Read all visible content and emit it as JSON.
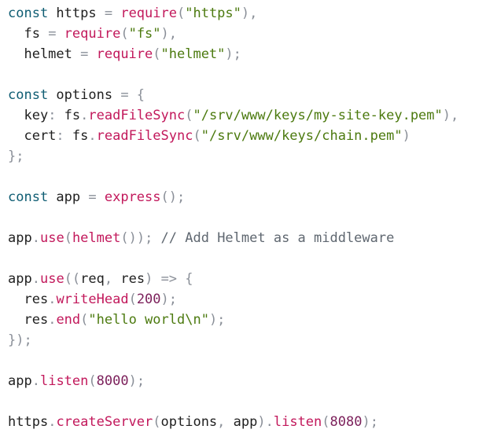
{
  "palette": {
    "keyword": "#0f5d73",
    "identifier": "#1f1f1f",
    "punctuation": "#8a8f98",
    "function": "#c2185b",
    "string": "#4c7a0f",
    "number": "#7b1f5a",
    "comment": "#5f6770",
    "background": "#ffffff"
  },
  "lines": [
    [
      [
        "kw",
        "const"
      ],
      [
        "id",
        " https "
      ],
      [
        "op",
        "= "
      ],
      [
        "fn",
        "require"
      ],
      [
        "op",
        "("
      ],
      [
        "str",
        "\"https\""
      ],
      [
        "op",
        "),"
      ]
    ],
    [
      [
        "id",
        "  fs "
      ],
      [
        "op",
        "= "
      ],
      [
        "fn",
        "require"
      ],
      [
        "op",
        "("
      ],
      [
        "str",
        "\"fs\""
      ],
      [
        "op",
        "),"
      ]
    ],
    [
      [
        "id",
        "  helmet "
      ],
      [
        "op",
        "= "
      ],
      [
        "fn",
        "require"
      ],
      [
        "op",
        "("
      ],
      [
        "str",
        "\"helmet\""
      ],
      [
        "op",
        ");"
      ]
    ],
    [],
    [
      [
        "kw",
        "const"
      ],
      [
        "id",
        " options "
      ],
      [
        "op",
        "= {"
      ]
    ],
    [
      [
        "prop",
        "  key"
      ],
      [
        "op",
        ": "
      ],
      [
        "id",
        "fs"
      ],
      [
        "op",
        "."
      ],
      [
        "fn",
        "readFileSync"
      ],
      [
        "op",
        "("
      ],
      [
        "str",
        "\"/srv/www/keys/my-site-key.pem\""
      ],
      [
        "op",
        "),"
      ]
    ],
    [
      [
        "prop",
        "  cert"
      ],
      [
        "op",
        ": "
      ],
      [
        "id",
        "fs"
      ],
      [
        "op",
        "."
      ],
      [
        "fn",
        "readFileSync"
      ],
      [
        "op",
        "("
      ],
      [
        "str",
        "\"/srv/www/keys/chain.pem\""
      ],
      [
        "op",
        ")"
      ]
    ],
    [
      [
        "op",
        "};"
      ]
    ],
    [],
    [
      [
        "kw",
        "const"
      ],
      [
        "id",
        " app "
      ],
      [
        "op",
        "= "
      ],
      [
        "fn",
        "express"
      ],
      [
        "op",
        "();"
      ]
    ],
    [],
    [
      [
        "id",
        "app"
      ],
      [
        "op",
        "."
      ],
      [
        "fn",
        "use"
      ],
      [
        "op",
        "("
      ],
      [
        "fn",
        "helmet"
      ],
      [
        "op",
        "()); "
      ],
      [
        "com",
        "// Add Helmet as a middleware"
      ]
    ],
    [],
    [
      [
        "id",
        "app"
      ],
      [
        "op",
        "."
      ],
      [
        "fn",
        "use"
      ],
      [
        "op",
        "(("
      ],
      [
        "id",
        "req"
      ],
      [
        "op",
        ", "
      ],
      [
        "id",
        "res"
      ],
      [
        "op",
        ") => {"
      ]
    ],
    [
      [
        "id",
        "  res"
      ],
      [
        "op",
        "."
      ],
      [
        "fn",
        "writeHead"
      ],
      [
        "op",
        "("
      ],
      [
        "num",
        "200"
      ],
      [
        "op",
        ");"
      ]
    ],
    [
      [
        "id",
        "  res"
      ],
      [
        "op",
        "."
      ],
      [
        "fn",
        "end"
      ],
      [
        "op",
        "("
      ],
      [
        "str",
        "\"hello world\\n\""
      ],
      [
        "op",
        ");"
      ]
    ],
    [
      [
        "op",
        "});"
      ]
    ],
    [],
    [
      [
        "id",
        "app"
      ],
      [
        "op",
        "."
      ],
      [
        "fn",
        "listen"
      ],
      [
        "op",
        "("
      ],
      [
        "num",
        "8000"
      ],
      [
        "op",
        ");"
      ]
    ],
    [],
    [
      [
        "id",
        "https"
      ],
      [
        "op",
        "."
      ],
      [
        "fn",
        "createServer"
      ],
      [
        "op",
        "("
      ],
      [
        "id",
        "options"
      ],
      [
        "op",
        ", "
      ],
      [
        "id",
        "app"
      ],
      [
        "op",
        ")."
      ],
      [
        "fn",
        "listen"
      ],
      [
        "op",
        "("
      ],
      [
        "num",
        "8080"
      ],
      [
        "op",
        ");"
      ]
    ]
  ]
}
